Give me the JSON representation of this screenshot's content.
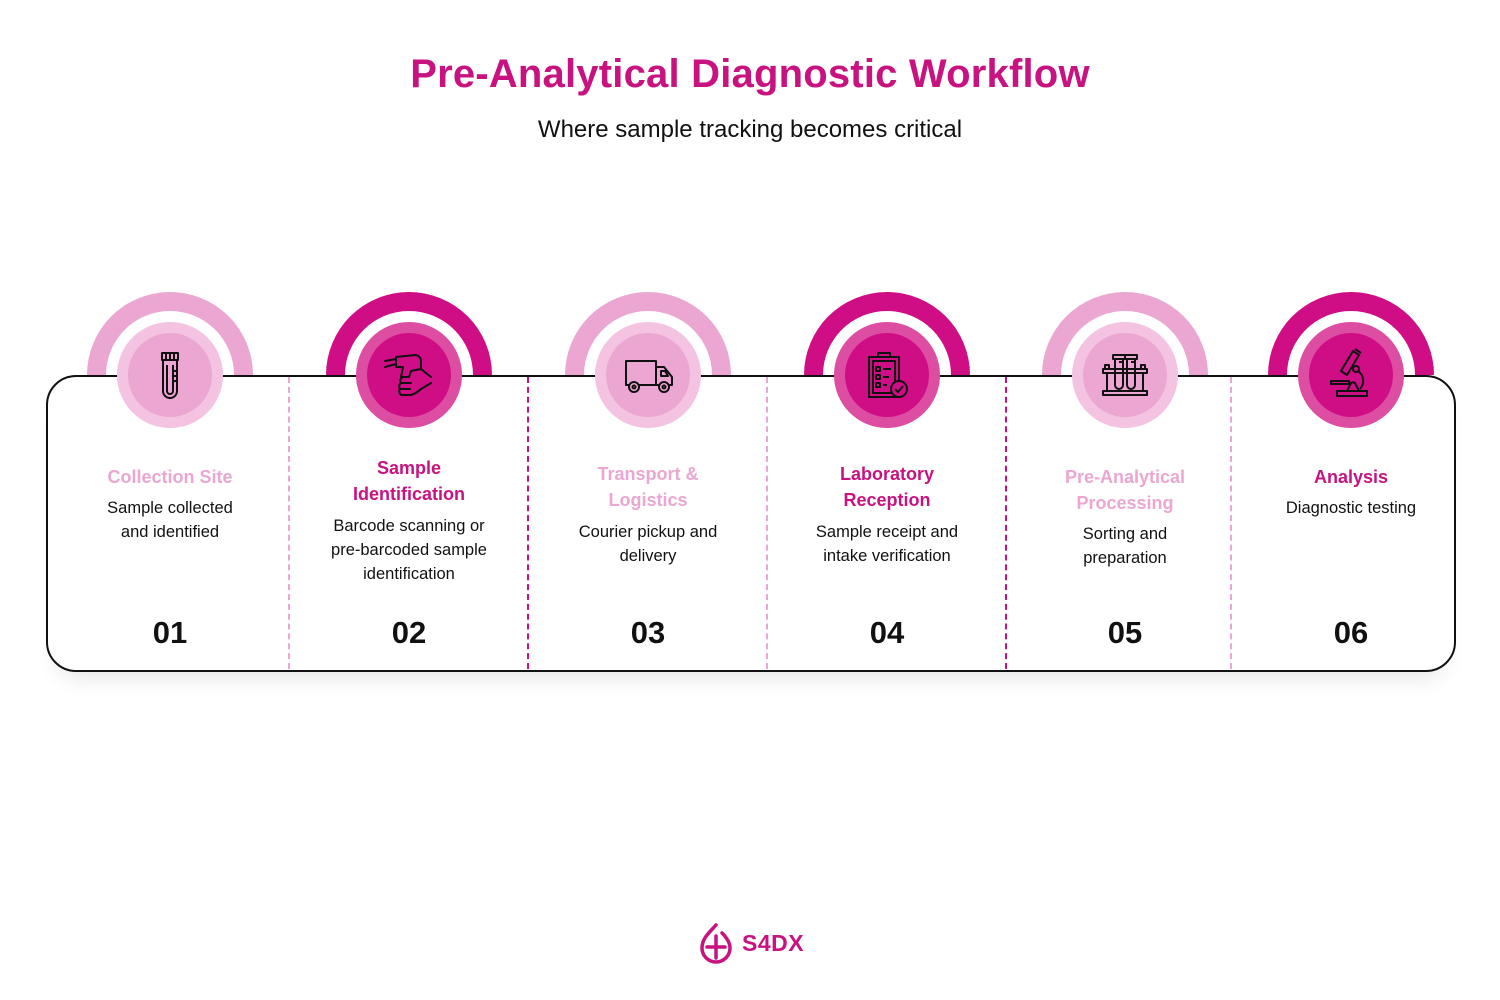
{
  "header": {
    "title": "Pre-Analytical Diagnostic Workflow",
    "subtitle": "Where sample tracking becomes critical"
  },
  "colors": {
    "brand": "#c8127f",
    "accent_dark": "#cf0e85",
    "accent_mid": "#dd4ea3",
    "accent_light": "#eba6d1",
    "accent_pale": "#f3c3e1",
    "text": "#111111"
  },
  "steps": [
    {
      "number": "01",
      "title": "Collection Site",
      "description": "Sample collected and identified",
      "icon": "test-tube-icon",
      "variant": "light"
    },
    {
      "number": "02",
      "title": "Sample Identification",
      "description": "Barcode scanning or pre-barcoded sample identification",
      "icon": "barcode-scanner-icon",
      "variant": "dark"
    },
    {
      "number": "03",
      "title": "Transport & Logistics",
      "description": "Courier pickup and delivery",
      "icon": "delivery-truck-icon",
      "variant": "light"
    },
    {
      "number": "04",
      "title": "Laboratory Reception",
      "description": "Sample receipt and intake verification",
      "icon": "clipboard-check-icon",
      "variant": "dark"
    },
    {
      "number": "05",
      "title": "Pre-Analytical Processing",
      "description": "Sorting and preparation",
      "icon": "test-tube-rack-icon",
      "variant": "light"
    },
    {
      "number": "06",
      "title": "Analysis",
      "description": "Diagnostic testing",
      "icon": "microscope-icon",
      "variant": "dark"
    }
  ],
  "footer": {
    "logo_text": "S4DX",
    "logo_icon": "drop-plus-icon"
  }
}
